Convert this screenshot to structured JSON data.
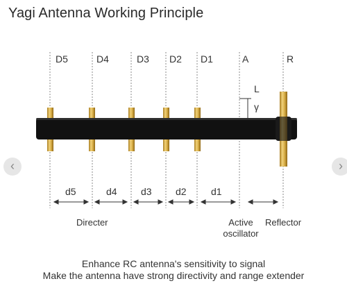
{
  "title": "Yagi Antenna Working Principle",
  "elements": [
    {
      "id": "D5",
      "label": "D5"
    },
    {
      "id": "D4",
      "label": "D4"
    },
    {
      "id": "D3",
      "label": "D3"
    },
    {
      "id": "D2",
      "label": "D2"
    },
    {
      "id": "D1",
      "label": "D1"
    },
    {
      "id": "A",
      "label": "A"
    },
    {
      "id": "R",
      "label": "R"
    }
  ],
  "distances": [
    "d5",
    "d4",
    "d3",
    "d2",
    "d1"
  ],
  "dimension_labels": {
    "length": "L",
    "gamma": "γ"
  },
  "captions": {
    "directer": "Directer",
    "active_line1": "Active",
    "active_line2": "oscillator",
    "reflector": "Reflector"
  },
  "footer": {
    "line1": "Enhance RC antenna's sensitivity to signal",
    "line2": "Make the antenna have strong directivity and range extender"
  },
  "colors": {
    "boom": "#111111",
    "element_gold": "#c9a13a",
    "guide_line": "#8a8a8a"
  },
  "nav": {
    "prev_icon": "‹",
    "next_icon": "›"
  }
}
